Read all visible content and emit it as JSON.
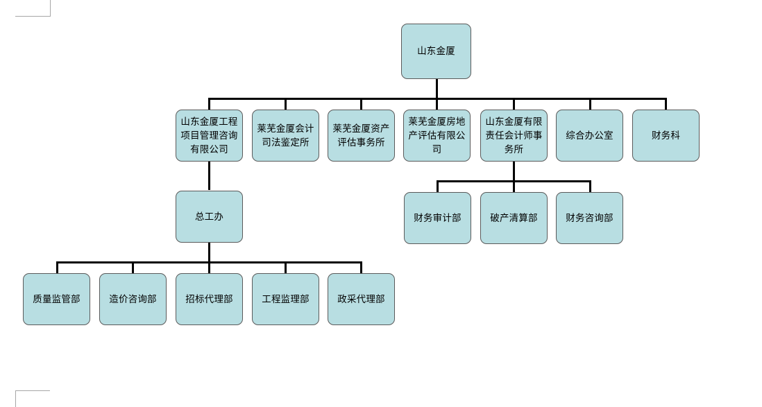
{
  "document": {
    "type": "organization-chart",
    "title": "山东金厦 组织结构图",
    "background_color": "#ffffff",
    "node_fill_color": "#b8dee2",
    "node_border_color": "#5a5a5a",
    "connector_color": "#000000",
    "margin_marker_color": "#a6a6a6"
  },
  "chart_data": {
    "type": "diagram",
    "orientation": "top-down",
    "levels": 4,
    "node_count": 17
  },
  "nodes": {
    "root": {
      "label": "山东金厦",
      "level": 0
    },
    "level1": [
      {
        "id": "n1",
        "label": "山东金厦工程\n项目管理咨询\n有限公司"
      },
      {
        "id": "n2",
        "label": "莱芜金厦会计\n司法鉴定所"
      },
      {
        "id": "n3",
        "label": "莱芜金厦资产\n评估事务所"
      },
      {
        "id": "n4",
        "label": "莱芜金厦房地\n产评估有限公\n司"
      },
      {
        "id": "n5",
        "label": "山东金厦有限\n责任会计师事\n务所"
      },
      {
        "id": "n6",
        "label": "综合办公室"
      },
      {
        "id": "n7",
        "label": "财务科"
      }
    ],
    "level2_left": [
      {
        "id": "n8",
        "label": "总工办"
      }
    ],
    "level2_right": [
      {
        "id": "n9",
        "label": "财务审计部"
      },
      {
        "id": "n10",
        "label": "破产清算部"
      },
      {
        "id": "n11",
        "label": "财务咨询部"
      }
    ],
    "level3": [
      {
        "id": "n12",
        "label": "质量监管部"
      },
      {
        "id": "n13",
        "label": "造价咨询部"
      },
      {
        "id": "n14",
        "label": "招标代理部"
      },
      {
        "id": "n15",
        "label": "工程监理部"
      },
      {
        "id": "n16",
        "label": "政采代理部"
      }
    ]
  }
}
